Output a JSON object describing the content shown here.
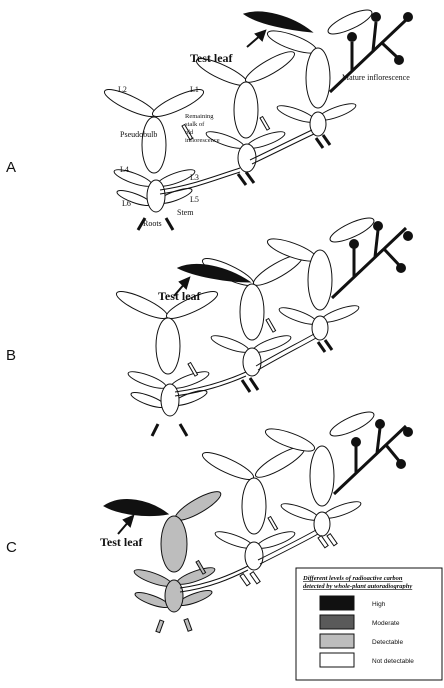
{
  "panels": [
    {
      "letter": "A"
    },
    {
      "letter": "B"
    },
    {
      "letter": "C"
    }
  ],
  "labels": {
    "test_leaf": "Test leaf",
    "mature_inflorescence": "Mature inflorescence",
    "pseudobulb": "Pseudobulb",
    "remaining_stalk_line1": "Remaining",
    "remaining_stalk_line2": "stalk of",
    "remaining_stalk_line3": "old",
    "remaining_stalk_line4": "inflorescence",
    "stem": "Stem",
    "roots": "Roots",
    "l1": "L1",
    "l2": "L2",
    "l3": "L3",
    "l4": "L4",
    "l5": "L5",
    "l6": "L6"
  },
  "legend": {
    "title_line1": "Different levels of radioactive carbon",
    "title_line2": "detected by whole-plant autoradiography",
    "items": [
      {
        "label": "High",
        "color": "#111111"
      },
      {
        "label": "Moderate",
        "color": "#5a5a5a"
      },
      {
        "label": "Detectable",
        "color": "#bdbdbd"
      },
      {
        "label": "Not detectable",
        "color": "#ffffff"
      }
    ]
  }
}
